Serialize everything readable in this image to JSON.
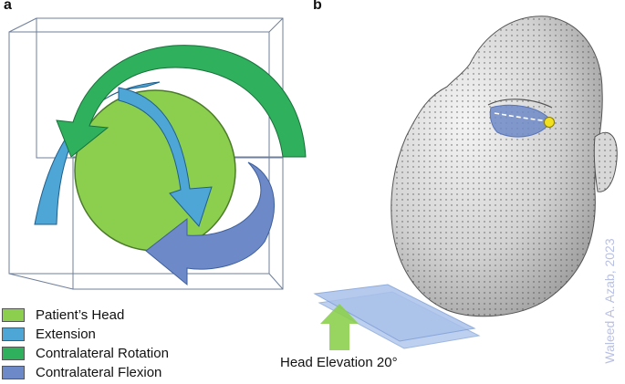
{
  "panels": {
    "a": "a",
    "b": "b"
  },
  "legend": [
    {
      "label": "Patient’s Head",
      "color": "#8ccf4f"
    },
    {
      "label": "Extension",
      "color": "#4ea6d6"
    },
    {
      "label": "Contralateral Rotation",
      "color": "#2fb05c"
    },
    {
      "label": "Contralateral Flexion",
      "color": "#6e89c8"
    }
  ],
  "elevation_label": "Head Elevation 20°",
  "watermark": "Waleed A. Azab, 2023",
  "colors": {
    "head": "#8ccf4f",
    "extension": "#4ea6d6",
    "rotation": "#2fb05c",
    "flexion": "#6e89c8",
    "mesh": "#cfcfcf",
    "plate": "#a9c1ea",
    "marker": "#f2e11f"
  }
}
